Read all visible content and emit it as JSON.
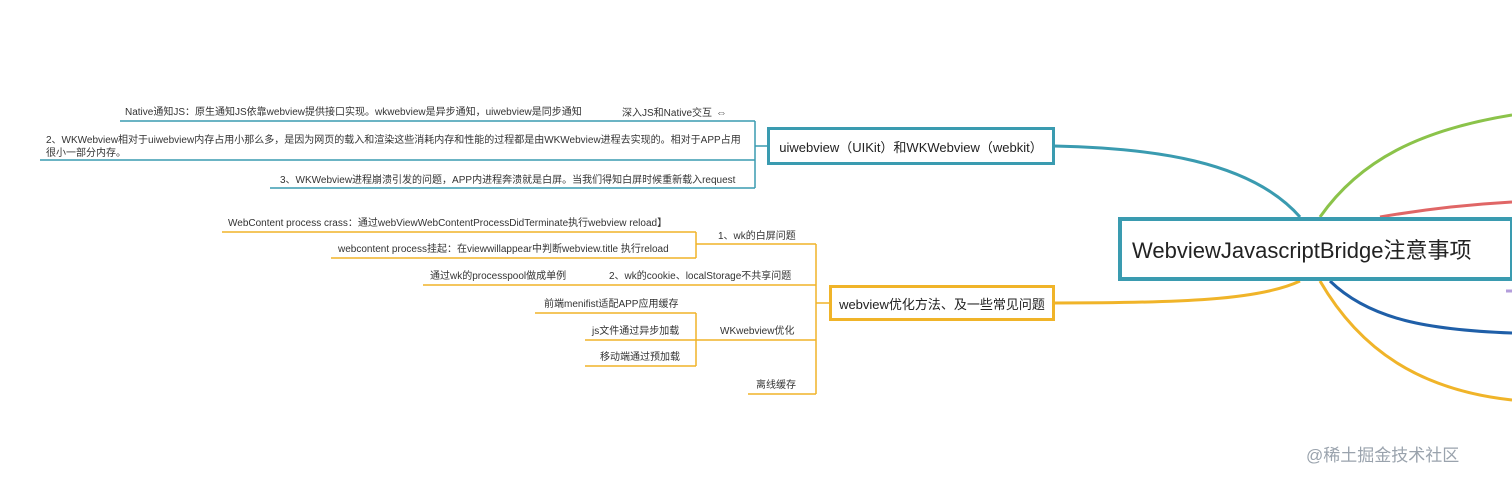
{
  "root": {
    "label": "WebviewJavascriptBridge注意事项"
  },
  "branches": {
    "uiwebview": {
      "label": "uiwebview（UIKit）和WKWebview（webkit）",
      "deep_label": "深入JS和Native交互",
      "link_icon": "link-icon",
      "native_notify": "Native通知JS：原生通知JS依靠webview提供接口实现。wkwebview是异步通知，uiwebview是同步通知",
      "memory_note": "2、WKWebview相对于uiwebview内存占用小那么多，是因为网页的载入和渲染这些消耗内存和性能的过程都是由WKWebview进程去实现的。相对于APP占用很小一部分内存。",
      "crash_note": "3、WKWebview进程崩溃引发的问题，APP内进程奔溃就是白屏。当我们得知白屏时候重新载入request"
    },
    "optimize": {
      "label": "webview优化方法、及一些常见问题",
      "white_screen": {
        "label": "1、wk的白屏问题",
        "items": [
          "WebContent process crass：通过webViewWebContentProcessDidTerminate执行webview reload】",
          "webcontent process挂起：在viewwillappear中判断webview.title 执行reload"
        ]
      },
      "cookie": {
        "label": "2、wk的cookie、localStorage不共享问题",
        "items": [
          "通过wk的processpool做成单例"
        ]
      },
      "wk_opt": {
        "label": "WKwebview优化",
        "items": [
          "前端menifist适配APP应用缓存",
          "js文件通过异步加载",
          "移动端通过预加载"
        ]
      },
      "offline": {
        "label": "离线缓存"
      }
    }
  },
  "colors": {
    "teal": "#3a9bb0",
    "orange": "#f0b429",
    "green": "#8bc34a",
    "red": "#e06666",
    "blue": "#1f5fa8",
    "purple": "#b39ddb"
  },
  "watermark": "@稀土掘金技术社区"
}
